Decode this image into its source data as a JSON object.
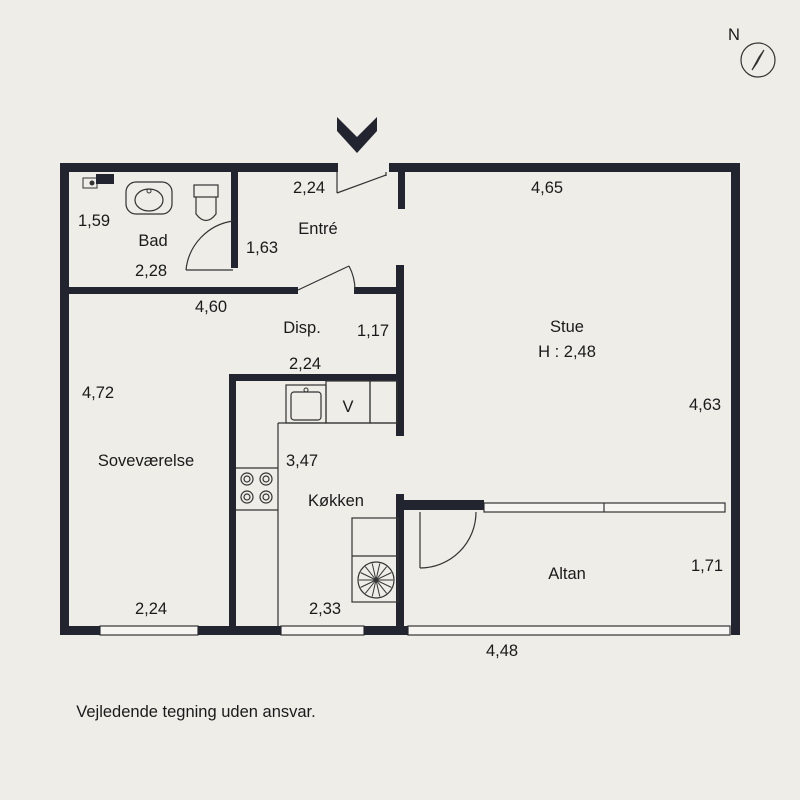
{
  "compass": {
    "north_label": "N"
  },
  "rooms": {
    "bad": "Bad",
    "entre": "Entré",
    "disp": "Disp.",
    "stue": "Stue",
    "stue_height": "H : 2,48",
    "sovevaerelse": "Soveværelse",
    "kokken": "Køkken",
    "altan": "Altan"
  },
  "fixtures": {
    "v_label": "V"
  },
  "dimensions": {
    "bad_height": "1,59",
    "bad_width": "2,28",
    "entre_width": "2,24",
    "entre_height": "1,63",
    "stue_width": "4,65",
    "sovevaerelse_top": "4,60",
    "disp_height": "1,17",
    "disp_width": "2,24",
    "sovevaerelse_height": "4,72",
    "stue_height": "4,63",
    "kokken_height": "3,47",
    "sovevaerelse_width": "2,24",
    "kokken_width": "2,33",
    "altan_height": "1,71",
    "altan_width": "4,48"
  },
  "disclaimer": "Vejledende tegning uden ansvar.",
  "colors": {
    "background": "#eeede7",
    "wall": "#22252f",
    "window": "#f6f5f1"
  }
}
